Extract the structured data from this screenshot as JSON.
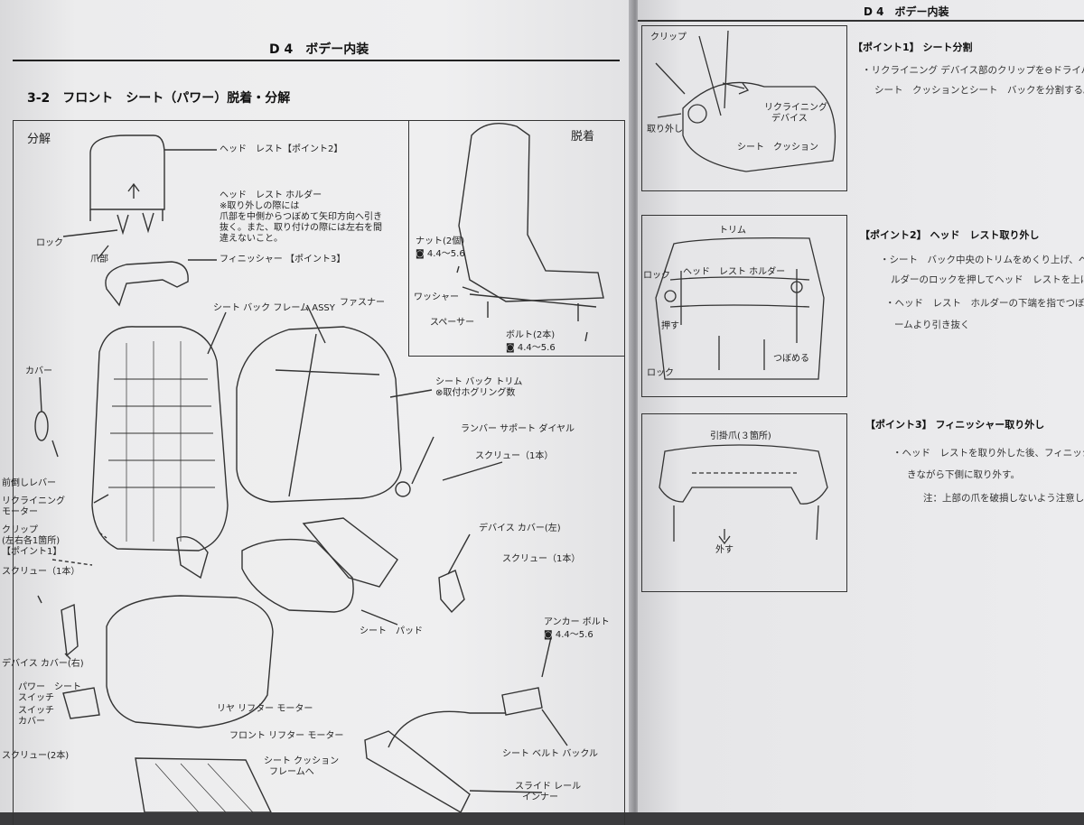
{
  "left_page": {
    "header": "D 4　ボデー内装",
    "section_title": "3-2　フロント　シート（パワー）脱着・分解",
    "panel_disassembly": "分解",
    "panel_removal": "脱着",
    "labels": {
      "headrest": "ヘッド　レスト【ポイント2】",
      "holder": "ヘッド　レスト ホルダー",
      "holder_note1": "※取り外しの際には",
      "holder_note2": "爪部を中側からつぼめて矢印方向へ引き",
      "holder_note3": "抜く。また、取り付けの際には左右を間",
      "holder_note4": "違えないこと。",
      "lock": "ロック",
      "claw": "爪部",
      "finisher": "フィニッシャー 【ポイント3】",
      "frame": "シート バック フレーム ASSY",
      "fastener": "ファスナー",
      "cover": "カバー",
      "lever": "前倒しレバー",
      "recline_motor1": "リクライニング",
      "recline_motor2": "モーター",
      "clip1": "クリップ",
      "clip2": "(左右各1箇所)",
      "clip3": "【ポイント1】",
      "screw1": "スクリュー（1本）",
      "device_cover_r": "デバイス カバー(右)",
      "power_switch1": "パワー　シート",
      "power_switch2": "スイッチ",
      "switch_cover1": "スイッチ",
      "switch_cover2": "カバー",
      "screw2": "スクリュー(2本)",
      "back_trim": "シート バック トリム",
      "back_trim_note": "取付ホグリング数",
      "lumbar": "ランバー サポート ダイヤル",
      "screw_r1": "スクリュー（1本）",
      "device_cover_l": "デバイス カバー(左)",
      "screw_r2": "スクリュー（1本）",
      "seat_pad": "シート　パッド",
      "anchor": "アンカー ボルト",
      "anchor_torque": "4.4〜5.6",
      "rear_lifter": "リヤ リフター モーター",
      "front_lifter": "フロント リフター モーター",
      "cushion_frame1": "シート クッション",
      "cushion_frame2": "フレームへ",
      "belt_buckle": "シート ベルト バックル",
      "slide_rail1": "スライド レール",
      "slide_rail2": "インナー",
      "nut": "ナット(2個)",
      "nut_torque": "4.4〜5.6",
      "washer": "ワッシャー",
      "spacer": "スペーサー",
      "bolt": "ボルト(2本)",
      "bolt_torque": "4.4〜5.6"
    }
  },
  "right_page": {
    "header": "D 4　ボデー内装",
    "fig1_labels": {
      "clip": "クリップ",
      "remove": "取り外し",
      "recline1": "リクライニング",
      "recline2": "デバイス",
      "cushion": "シート　クッション"
    },
    "fig2_labels": {
      "trim": "トリム",
      "holder": "ヘッド　レスト ホルダー",
      "lock_top": "ロック",
      "push": "押す",
      "lock": "ロック",
      "squeeze": "つぼめる"
    },
    "fig3_labels": {
      "claws": "引掛爪(３箇所)",
      "remove": "外す"
    },
    "point1_title": "【ポイント1】 シート分割",
    "point1_text1": "・リクライニング デバイス部のクリップを⊖ドライバー",
    "point1_text2": "シート　クッションとシート　バックを分割する。",
    "point2_title": "【ポイント2】 ヘッド　レスト取り外し",
    "point2_text1": "・シート　バック中央のトリムをめくり上げ、ヘッド",
    "point2_text2": "ルダーのロックを押してヘッド　レストを上に引き",
    "point2_text3": "・ヘッド　レスト　ホルダーの下端を指でつぼめて",
    "point2_text4": "ームより引き抜く",
    "point3_title": "【ポイント3】 フィニッシャー取り外し",
    "point3_text1": "・ヘッド　レストを取り外した後、フィニッシャー",
    "point3_text2": "きながら下側に取り外す。",
    "point3_note": "注：上部の爪を破損しないよう注意して取り外し"
  }
}
